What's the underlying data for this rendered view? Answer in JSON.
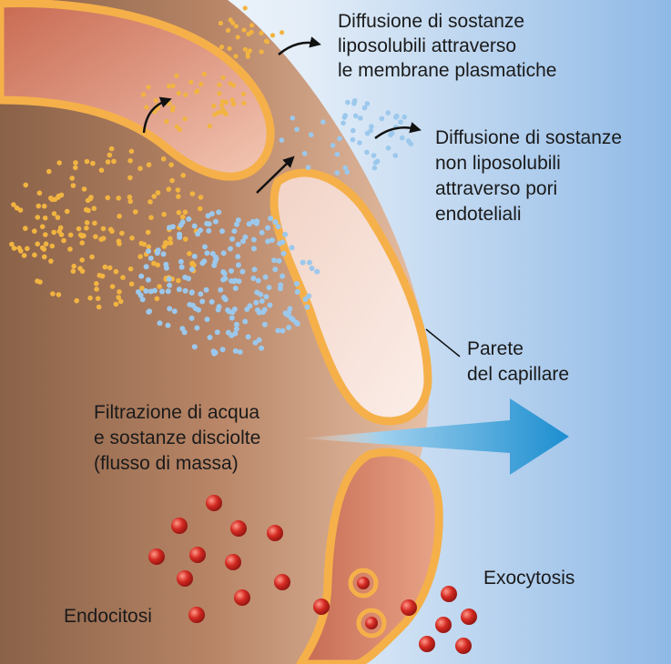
{
  "labels": {
    "lipo_line1": "Diffusione di sostanze",
    "lipo_line2": "liposolubili attraverso",
    "lipo_line3": "le membrane plasmatiche",
    "nonlipo_line1": "Diffusione di sostanze",
    "nonlipo_line2": "non liposolubili",
    "nonlipo_line3": "attraverso pori",
    "nonlipo_line4": "endoteliali",
    "wall_line1": "Parete",
    "wall_line2": "del capillare",
    "filtr_line1": "Filtrazione di acqua",
    "filtr_line2": "e sostanze disciolte",
    "filtr_line3": "(flusso di massa)",
    "exo": "Exocytosis",
    "endo": "Endocitosi"
  },
  "colors": {
    "lipid_particle": "#f2b441",
    "water_soluble_particle": "#9cc8ec",
    "vesicle_particle": "#d42a22",
    "membrane": "#f5b04a",
    "cell_interior": "#d88a6e",
    "lumen_dark": "#8a6248",
    "interstitium": "#9cc2ea",
    "flow_arrow": "#1a8fcf"
  }
}
